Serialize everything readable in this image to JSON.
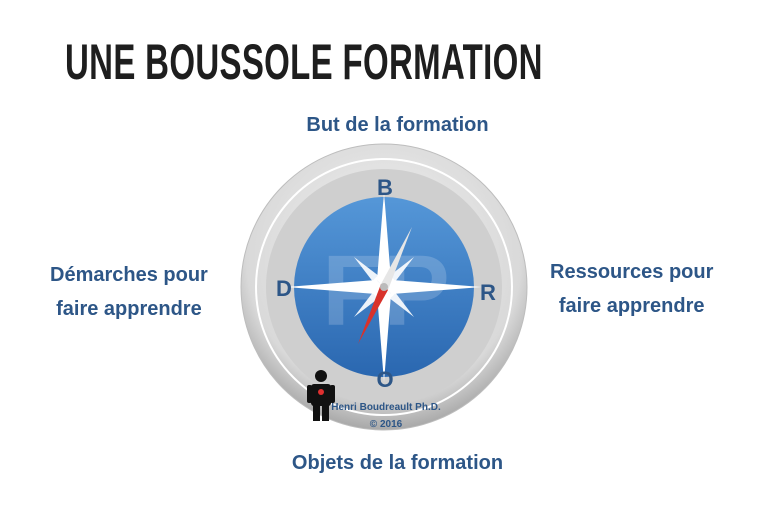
{
  "title": "UNE BOUSSOLE FORMATION",
  "labels": {
    "top": "But de la formation",
    "bottom": "Objets de la formation",
    "left": [
      "Démarches pour",
      "faire apprendre"
    ],
    "right": [
      "Ressources pour",
      "faire apprendre"
    ]
  },
  "compass": {
    "north": "B",
    "south": "O",
    "west": "D",
    "east": "R",
    "watermark": "FP",
    "author": "Henri Boudreault Ph.D.",
    "copyright": "© 2016"
  },
  "colors": {
    "label": "#2d5687",
    "dial_blue": "#3a7cc4",
    "needle_red": "#d8322b"
  }
}
